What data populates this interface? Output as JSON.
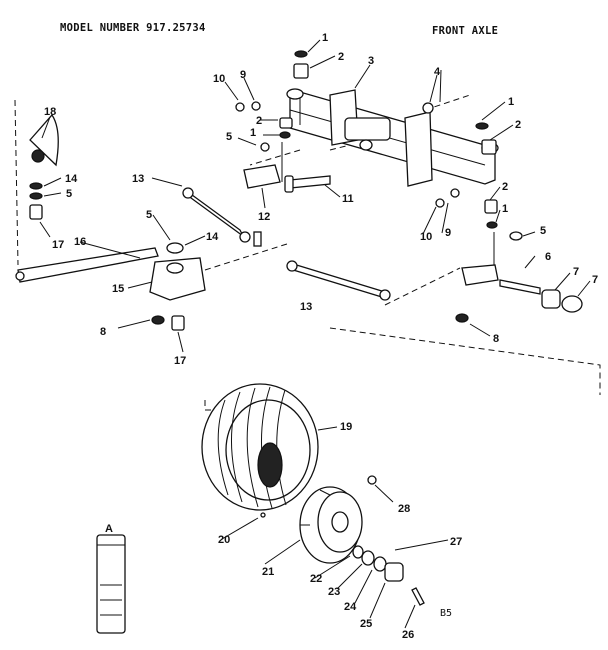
{
  "header": {
    "model_number": "MODEL NUMBER 917.25734",
    "section": "FRONT AXLE"
  },
  "drawing_code": "B5",
  "letter_label": "A",
  "callouts": [
    "1",
    "2",
    "3",
    "4",
    "5",
    "6",
    "7",
    "8",
    "9",
    "10",
    "11",
    "12",
    "13",
    "14",
    "15",
    "16",
    "17",
    "18",
    "19",
    "20",
    "21",
    "22",
    "23",
    "24",
    "25",
    "26",
    "27",
    "28"
  ]
}
